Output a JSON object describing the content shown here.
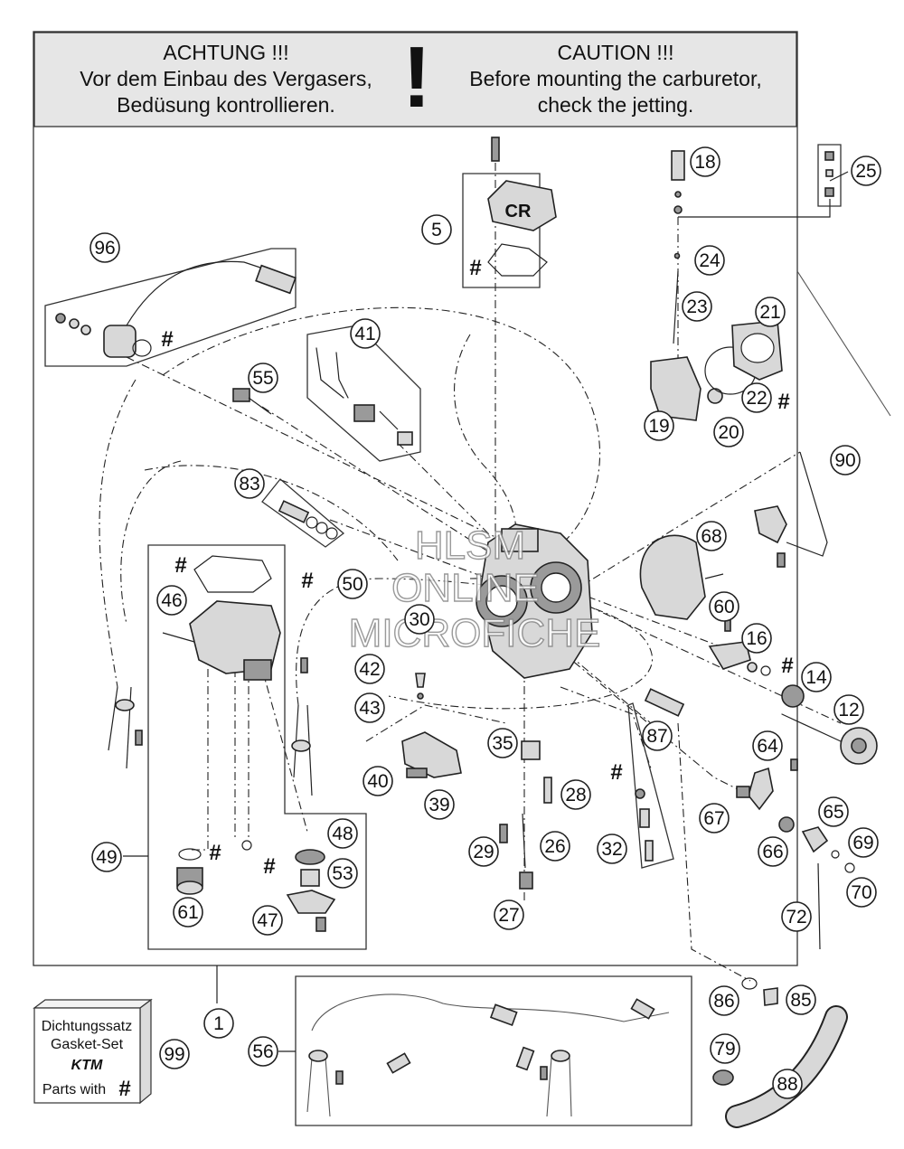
{
  "warning": {
    "de_title": "ACHTUNG !!!",
    "de_line1": "Vor dem Einbau des Vergasers,",
    "de_line2": "Bedüsung kontrollieren.",
    "symbol": "!",
    "en_title": "CAUTION !!!",
    "en_line1": "Before mounting the carburetor,",
    "en_line2": "check the jetting."
  },
  "gasket_kit": {
    "line1": "Dichtungssatz",
    "line2": "Gasket-Set",
    "brand": "KTM",
    "line3": "Parts with",
    "symbol": "#"
  },
  "watermark": {
    "line1": "HLSM",
    "line2": "ONLINE",
    "line3": "MICROFICHE"
  },
  "cover_lettering": "CR",
  "gasket_marker": "#",
  "callouts": [
    {
      "id": "1"
    },
    {
      "id": "5"
    },
    {
      "id": "12"
    },
    {
      "id": "14"
    },
    {
      "id": "16"
    },
    {
      "id": "18"
    },
    {
      "id": "19"
    },
    {
      "id": "20"
    },
    {
      "id": "21"
    },
    {
      "id": "22"
    },
    {
      "id": "23"
    },
    {
      "id": "24"
    },
    {
      "id": "25"
    },
    {
      "id": "26"
    },
    {
      "id": "27"
    },
    {
      "id": "28"
    },
    {
      "id": "29"
    },
    {
      "id": "30"
    },
    {
      "id": "32"
    },
    {
      "id": "35"
    },
    {
      "id": "39"
    },
    {
      "id": "40"
    },
    {
      "id": "41"
    },
    {
      "id": "42"
    },
    {
      "id": "43"
    },
    {
      "id": "46"
    },
    {
      "id": "47"
    },
    {
      "id": "48"
    },
    {
      "id": "49"
    },
    {
      "id": "50"
    },
    {
      "id": "53"
    },
    {
      "id": "55"
    },
    {
      "id": "56"
    },
    {
      "id": "60"
    },
    {
      "id": "61"
    },
    {
      "id": "64"
    },
    {
      "id": "65"
    },
    {
      "id": "66"
    },
    {
      "id": "67"
    },
    {
      "id": "68"
    },
    {
      "id": "69"
    },
    {
      "id": "70"
    },
    {
      "id": "72"
    },
    {
      "id": "79"
    },
    {
      "id": "83"
    },
    {
      "id": "85"
    },
    {
      "id": "86"
    },
    {
      "id": "87"
    },
    {
      "id": "88"
    },
    {
      "id": "90"
    },
    {
      "id": "96"
    },
    {
      "id": "99"
    }
  ]
}
